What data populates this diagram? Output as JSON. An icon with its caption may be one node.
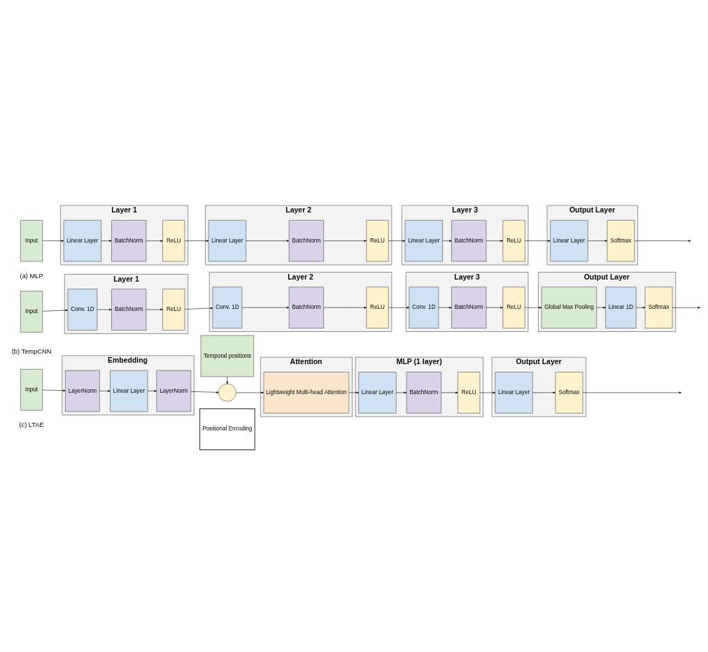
{
  "diagram": {
    "nodes": [
      {
        "text": [
          "Input"
        ]
      },
      {
        "text": [
          "Layer 1"
        ]
      },
      {
        "text": [
          "Linear Layer"
        ],
        "in": 1
      },
      {
        "text": [
          "BatchNorm"
        ],
        "in": 1
      },
      {
        "text": [
          "ReLU"
        ],
        "in": 1
      },
      {
        "text": [
          "Layer 2"
        ]
      },
      {
        "text": [
          "Linear Layer"
        ],
        "in": 5
      },
      {
        "text": [
          "BatchNorm"
        ],
        "in": 5
      },
      {
        "text": [
          "ReLU"
        ],
        "in": 5
      },
      {
        "text": [
          "Layer 3"
        ]
      },
      {
        "text": [
          "Linear Layer"
        ],
        "in": 9
      },
      {
        "text": [
          "BatchNorm"
        ],
        "in": 9
      },
      {
        "text": [
          "ReLU"
        ],
        "in": 9
      },
      {
        "text": [
          "Output Layer"
        ]
      },
      {
        "text": [
          "Linear Layer"
        ],
        "in": 13
      },
      {
        "text": [
          "Softmax"
        ],
        "in": 13
      },
      {
        "text": [
          "Input"
        ]
      },
      {
        "text": [
          "Layer 1"
        ]
      },
      {
        "text": [
          "Conv. 1D"
        ],
        "in": 17
      },
      {
        "text": [
          "BatchNorm"
        ],
        "in": 17
      },
      {
        "text": [
          "ReLU"
        ],
        "in": 17
      },
      {
        "text": [
          "Layer 2"
        ]
      },
      {
        "text": [
          "Conv. 1D"
        ],
        "in": 21
      },
      {
        "text": [
          "BatchNorm"
        ],
        "in": 21
      },
      {
        "text": [
          "ReLU"
        ],
        "in": 21
      },
      {
        "text": [
          "Layer 3"
        ]
      },
      {
        "text": [
          "Conv. 1D"
        ],
        "in": 25
      },
      {
        "text": [
          "BatchNorm"
        ],
        "in": 25
      },
      {
        "text": [
          "ReLU"
        ],
        "in": 25
      },
      {
        "text": [
          "Output Layer"
        ]
      },
      {
        "text": [
          "Global Max Pooling"
        ],
        "in": 29
      },
      {
        "text": [
          "Linear 1D"
        ],
        "in": 29
      },
      {
        "text": [
          "Softmax"
        ],
        "in": 29
      },
      {
        "text": [
          "Input"
        ]
      },
      {
        "text": [
          "Embedding"
        ]
      },
      {
        "text": [
          "LayerNorm"
        ],
        "in": 34
      },
      {
        "text": [
          "Linear Layer"
        ],
        "in": 34
      },
      {
        "text": [
          "LayerNorm"
        ],
        "in": 34
      },
      {
        "text": [
          "Temporal positions"
        ]
      },
      {
        "text": [],
        "shape": "circle"
      },
      {
        "text": [
          "Positional Encoding"
        ]
      },
      {
        "text": [
          "Attention"
        ]
      },
      {
        "text": [
          "Lightweight Multi-head Attention"
        ],
        "in": 41
      },
      {
        "text": [
          "MLP (1 layer)"
        ]
      },
      {
        "text": [
          "Linear Layer"
        ],
        "in": 43
      },
      {
        "text": [
          "BatchNorm"
        ],
        "in": 43
      },
      {
        "text": [
          "ReLU"
        ],
        "in": 43
      },
      {
        "text": [
          "Output Layer"
        ]
      },
      {
        "text": [
          "Linear Layer"
        ],
        "in": 47
      },
      {
        "text": [
          "Softmax"
        ],
        "in": 47
      }
    ],
    "edges": [
      {
        "from": 0,
        "to": 2,
        "arrow": "to"
      },
      {
        "from": 2,
        "to": 3,
        "arrow": "to"
      },
      {
        "from": 3,
        "to": 4,
        "arrow": "to"
      },
      {
        "from": 4,
        "to": 6,
        "arrow": "to"
      },
      {
        "from": 6,
        "to": 7,
        "arrow": "to"
      },
      {
        "from": 7,
        "to": 8,
        "arrow": "to"
      },
      {
        "from": 8,
        "to": 10,
        "arrow": "to"
      },
      {
        "from": 10,
        "to": 11,
        "arrow": "to"
      },
      {
        "from": 11,
        "to": 12,
        "arrow": "to"
      },
      {
        "from": 12,
        "to": 14,
        "arrow": "to"
      },
      {
        "from": 14,
        "to": 15,
        "arrow": "to"
      },
      {
        "from": 15,
        "to": null,
        "arrow": "to"
      },
      {
        "from": 16,
        "to": 18,
        "arrow": "to"
      },
      {
        "from": 18,
        "to": 19,
        "arrow": "to"
      },
      {
        "from": 19,
        "to": 20,
        "arrow": "to"
      },
      {
        "from": 20,
        "to": 22,
        "arrow": "to"
      },
      {
        "from": 22,
        "to": 23,
        "arrow": "to"
      },
      {
        "from": 23,
        "to": 24,
        "arrow": "to"
      },
      {
        "from": 24,
        "to": 26,
        "arrow": "to"
      },
      {
        "from": 26,
        "to": 27,
        "arrow": "to"
      },
      {
        "from": 27,
        "to": 28,
        "arrow": "to"
      },
      {
        "from": 28,
        "to": 30,
        "arrow": "to"
      },
      {
        "from": 30,
        "to": 31,
        "arrow": "to"
      },
      {
        "from": 31,
        "to": 32,
        "arrow": "to"
      },
      {
        "from": 32,
        "to": null,
        "arrow": "to"
      },
      {
        "from": 33,
        "to": 35,
        "arrow": "to"
      },
      {
        "from": 35,
        "to": 36,
        "arrow": "to"
      },
      {
        "from": 36,
        "to": 37,
        "arrow": "to"
      },
      {
        "from": 37,
        "to": 39,
        "arrow": "to"
      },
      {
        "from": 38,
        "to": 39,
        "arrow": "to"
      },
      {
        "from": 39,
        "to": 42,
        "arrow": "to"
      },
      {
        "from": 42,
        "to": 44,
        "arrow": "to"
      },
      {
        "from": 44,
        "to": 45,
        "arrow": "to"
      },
      {
        "from": 45,
        "to": 46,
        "arrow": "to"
      },
      {
        "from": 46,
        "to": 48,
        "arrow": "to"
      },
      {
        "from": 48,
        "to": 49,
        "arrow": "to"
      },
      {
        "from": 49,
        "to": null,
        "arrow": "to"
      }
    ],
    "labels": [
      "(a) MLP",
      "(b) TempCNN",
      "(c) LTAE"
    ]
  }
}
